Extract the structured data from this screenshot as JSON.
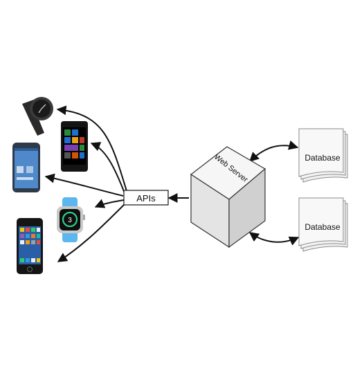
{
  "apis": {
    "label": "APIs"
  },
  "server": {
    "label": "Web Server"
  },
  "databases": [
    {
      "label": "Database"
    },
    {
      "label": "Database"
    }
  ],
  "devices": [
    {
      "icon": "smartwatch-round-icon"
    },
    {
      "icon": "windows-phone-icon"
    },
    {
      "icon": "android-phone-icon"
    },
    {
      "icon": "apple-watch-icon"
    },
    {
      "icon": "iphone-icon"
    }
  ],
  "watch_face": {
    "value": "3"
  },
  "colors": {
    "stroke": "#111111",
    "cube_front": "#e4e4e4",
    "cube_top": "#f6f6f6",
    "cube_side": "#d0d0d0",
    "paper": "#f1f1f1",
    "apple_watch_band": "#5bb7ee"
  }
}
